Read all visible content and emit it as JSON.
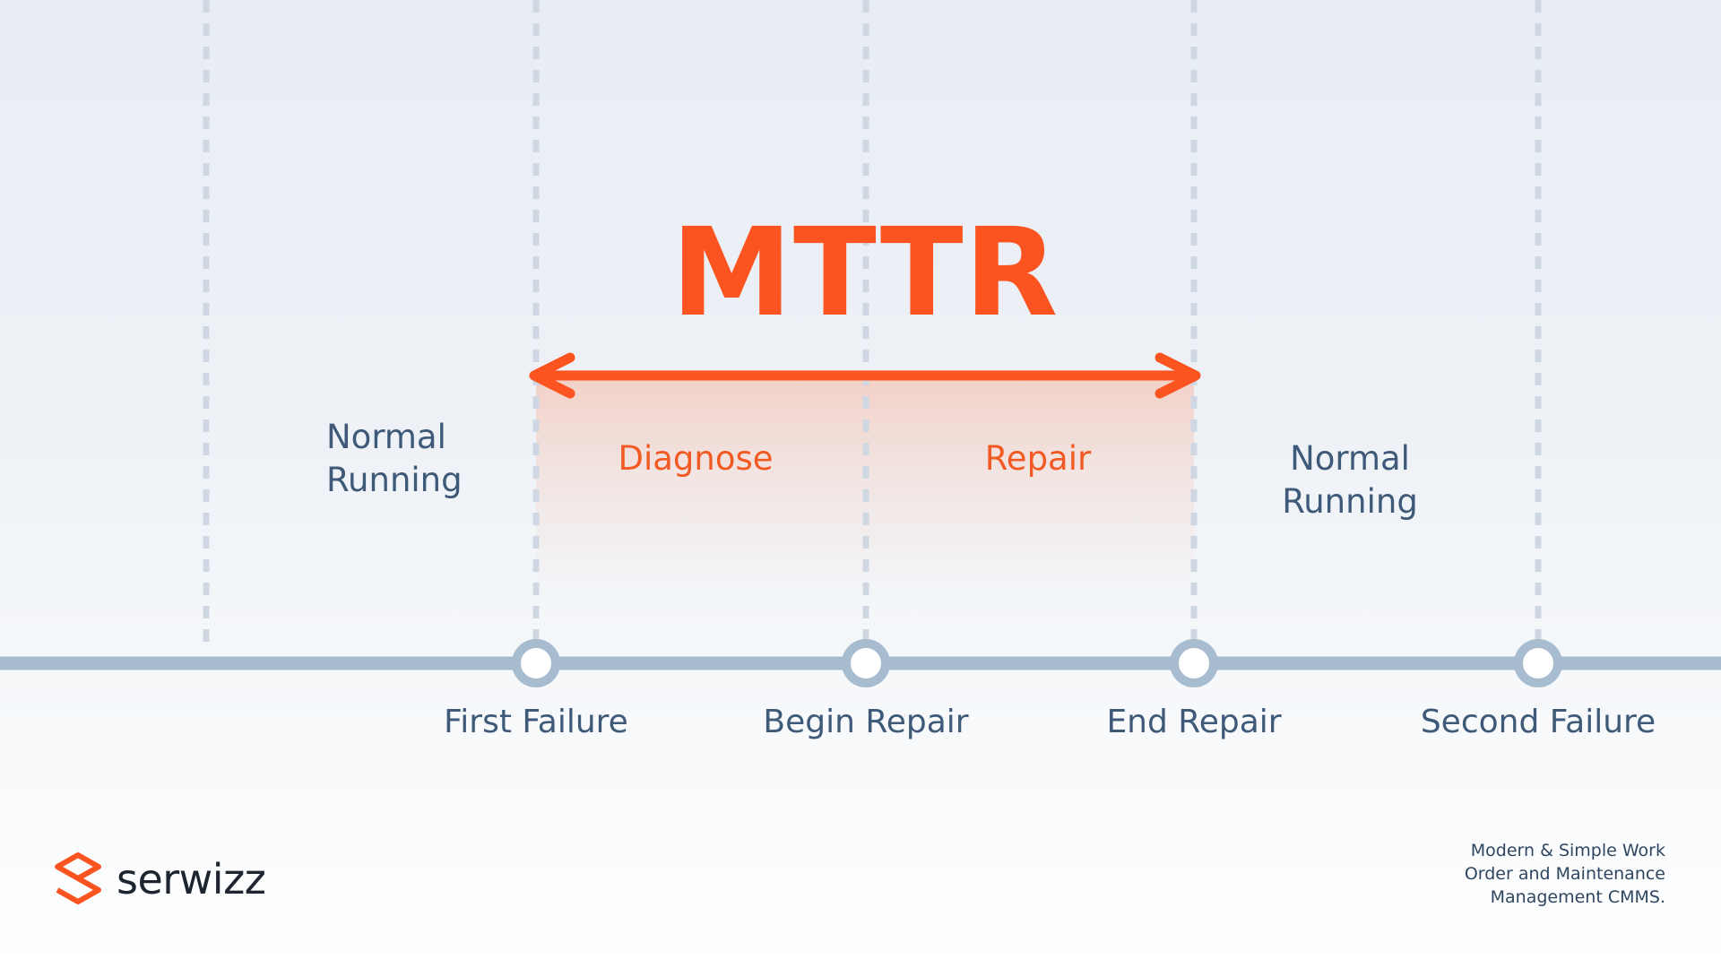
{
  "title": "MTTR",
  "phases": {
    "before": [
      "Normal",
      "Running"
    ],
    "diagnose": "Diagnose",
    "repair": "Repair",
    "after": [
      "Normal",
      "Running"
    ]
  },
  "milestones": [
    "First Failure",
    "Begin Repair",
    "End Repair",
    "Second Failure"
  ],
  "brand": {
    "name": "serwizz",
    "tagline": [
      "Modern & Simple Work",
      "Order and Maintenance",
      "Management CMMS."
    ]
  },
  "colors": {
    "accent": "#fb5420",
    "text": "#3e5a78",
    "timeline": "#a8bcd0",
    "guide": "#cfd8e2"
  }
}
